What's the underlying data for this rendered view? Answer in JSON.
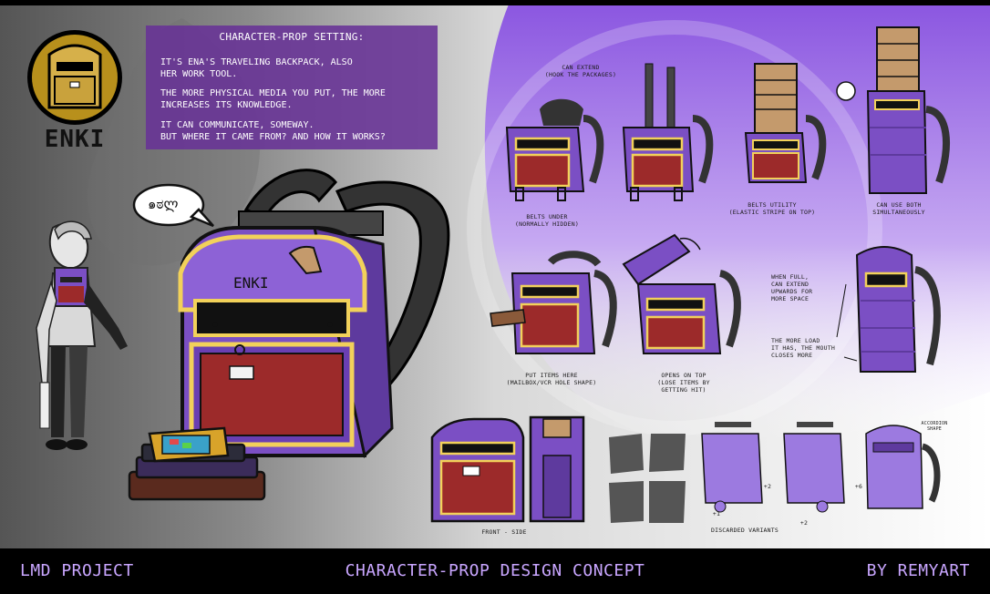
{
  "info": {
    "title": "Character-prop setting:",
    "p1": "It's Ena's traveling backpack, also\nher work tool.",
    "p2": "The more physical media you put, the more\nincreases its knowledge.",
    "p3": "It can communicate, someway.\nBut where it came from? and how it works?"
  },
  "character_name": "ENKI",
  "speech_bubble": "๑ಠლ",
  "labels": {
    "can_extend": "Can extend\n(hook the packages)",
    "belts_under": "Belts under\n(normally hidden)",
    "belts_utility": "Belts utility\n(elastic stripe on top)",
    "can_use_both": "Can use both\nsimultaneously",
    "put_items": "Put items here\n(mailbox/VCR hole shape)",
    "opens_on_top": "Opens on top\n(lose items by\ngetting hit)",
    "when_full": "When full,\ncan extend\nupwards for\nmore space",
    "more_load": "The more load\nit has, the mouth\ncloses more",
    "front_side": "Front - Side",
    "discarded": "Discarded variants",
    "accordion": "Accordion\nshape",
    "plus1": "+1",
    "plus2a": "+2",
    "plus2b": "+2",
    "plus6": "+6"
  },
  "backpack_lettering": "ENKI",
  "footer": {
    "left": "LMD Project",
    "center": "Character-prop design concept",
    "right": "By RemyArt"
  },
  "colors": {
    "purple_main": "#7b4fc4",
    "purple_light": "#a07ae0",
    "gold_trim": "#f2d15a",
    "red_panel": "#9c2a2a",
    "footer_text": "#c9a6ff"
  }
}
